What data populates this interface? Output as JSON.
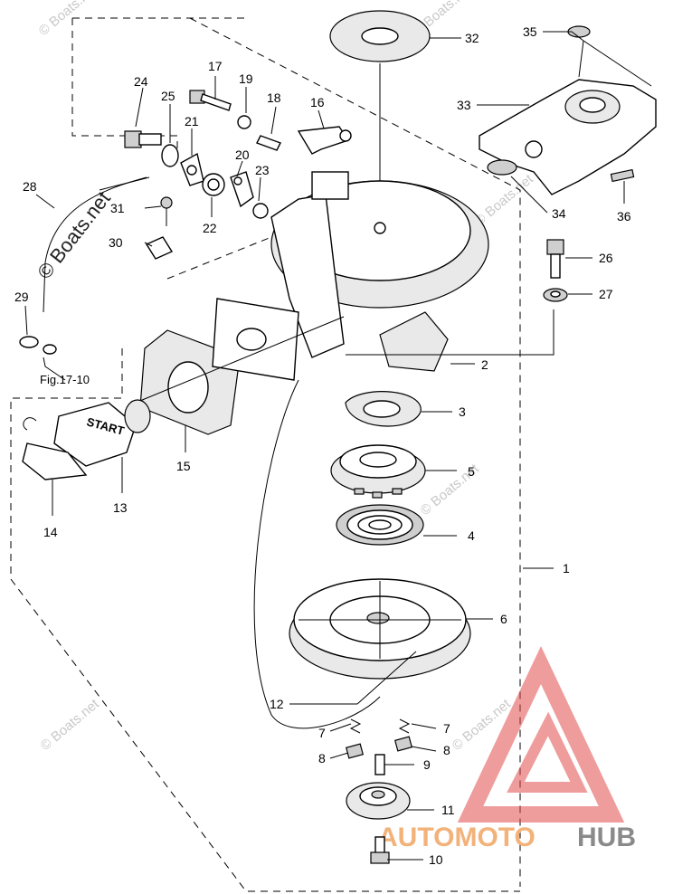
{
  "callouts": [
    {
      "id": "n1",
      "label": "1"
    },
    {
      "id": "n2",
      "label": "2"
    },
    {
      "id": "n3",
      "label": "3"
    },
    {
      "id": "n4",
      "label": "4"
    },
    {
      "id": "n5",
      "label": "5"
    },
    {
      "id": "n6",
      "label": "6"
    },
    {
      "id": "n7a",
      "label": "7"
    },
    {
      "id": "n7b",
      "label": "7"
    },
    {
      "id": "n8a",
      "label": "8"
    },
    {
      "id": "n8b",
      "label": "8"
    },
    {
      "id": "n9",
      "label": "9"
    },
    {
      "id": "n10",
      "label": "10"
    },
    {
      "id": "n11",
      "label": "11"
    },
    {
      "id": "n12",
      "label": "12"
    },
    {
      "id": "n13",
      "label": "13"
    },
    {
      "id": "n14",
      "label": "14"
    },
    {
      "id": "n15",
      "label": "15"
    },
    {
      "id": "n16",
      "label": "16"
    },
    {
      "id": "n17",
      "label": "17"
    },
    {
      "id": "n18",
      "label": "18"
    },
    {
      "id": "n19",
      "label": "19"
    },
    {
      "id": "n20",
      "label": "20"
    },
    {
      "id": "n21",
      "label": "21"
    },
    {
      "id": "n22",
      "label": "22"
    },
    {
      "id": "n23",
      "label": "23"
    },
    {
      "id": "n24",
      "label": "24"
    },
    {
      "id": "n25",
      "label": "25"
    },
    {
      "id": "n26",
      "label": "26"
    },
    {
      "id": "n27",
      "label": "27"
    },
    {
      "id": "n28",
      "label": "28"
    },
    {
      "id": "n29",
      "label": "29"
    },
    {
      "id": "n30",
      "label": "30"
    },
    {
      "id": "n31",
      "label": "31"
    },
    {
      "id": "n32",
      "label": "32"
    },
    {
      "id": "n33",
      "label": "33"
    },
    {
      "id": "n34",
      "label": "34"
    },
    {
      "id": "n35",
      "label": "35"
    },
    {
      "id": "n36",
      "label": "36"
    }
  ],
  "figure_ref": "Fig.17-10",
  "handle_text": "START",
  "watermark": "© Boats.net",
  "watermark_big": "© Boats.net",
  "brand": {
    "part1": "AUTOMOTO",
    "part2": "HUB",
    "color_triangle": "#e24b4b",
    "color_text1": "#f2b27a",
    "color_text2": "#8a8a8a"
  }
}
